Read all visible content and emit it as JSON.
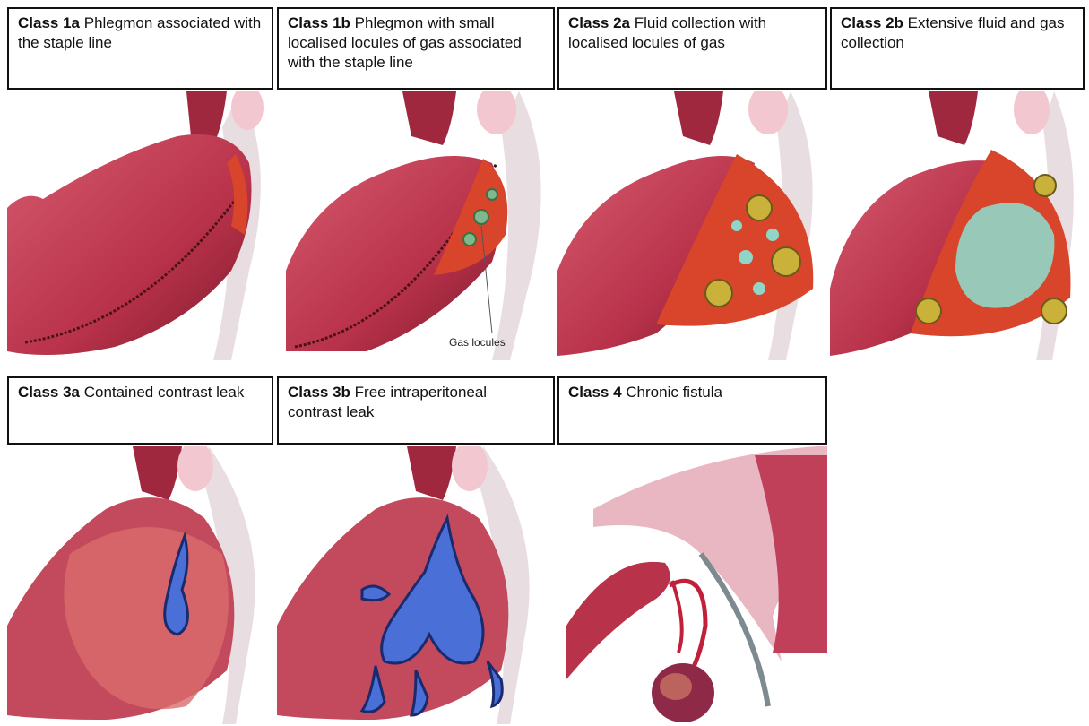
{
  "panels": [
    {
      "code": "Class 1a",
      "desc": "Phlegmon associated with the staple line"
    },
    {
      "code": "Class 1b",
      "desc": "Phlegmon with small localised locules of gas associated with the staple line"
    },
    {
      "code": "Class 2a",
      "desc": "Fluid collection with localised locules of gas"
    },
    {
      "code": "Class 2b",
      "desc": "Extensive fluid and gas collection"
    },
    {
      "code": "Class 3a",
      "desc": "Contained contrast leak"
    },
    {
      "code": "Class 3b",
      "desc": "Free intraperitoneal contrast leak"
    },
    {
      "code": "Class 4",
      "desc": "Chronic fistula"
    }
  ],
  "annotations": {
    "gas_locules": "Gas locules"
  },
  "colors": {
    "stomach": "#b8324a",
    "stomach_dark": "#7d1a2c",
    "phlegmon": "#d9452b",
    "gas": "#7fb88a",
    "fluid": "#8fd6c8",
    "contrast": "#4a6fd6",
    "wall": "#e8b7c2"
  }
}
